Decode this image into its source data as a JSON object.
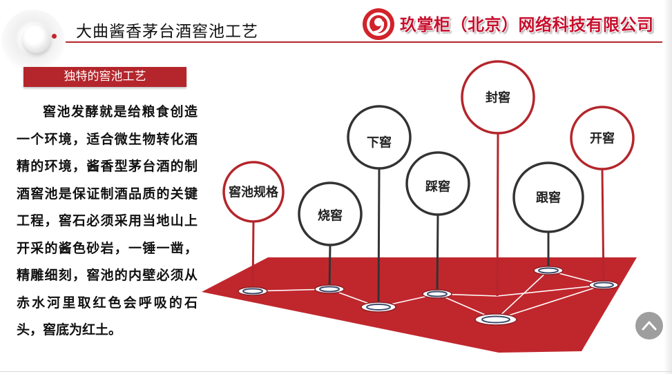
{
  "header": {
    "title": "大曲酱香茅台酒窖池工艺",
    "company": "玖掌柜（北京）网络科技有限公司"
  },
  "section": {
    "label": "独特的窖池工艺"
  },
  "body": {
    "text": "窖池发酵就是给粮食创造一个环境，适合微生物转化酒精的环境，酱香型茅台酒的制酒窖池是保证制酒品质的关键工程，窖石必须采用当地山上开采的酱色砂岩，一锤一凿，精雕细刻，窖池的内壁必须从赤水河里取红色会呼吸的石头，窖底为红土。"
  },
  "diagram": {
    "nodes": [
      {
        "label": "窖池规格",
        "style": "red"
      },
      {
        "label": "烧窖",
        "style": "dark"
      },
      {
        "label": "下窖",
        "style": "dark"
      },
      {
        "label": "踩窖",
        "style": "dark"
      },
      {
        "label": "封窖",
        "style": "red"
      },
      {
        "label": "跟窖",
        "style": "dark"
      },
      {
        "label": "开窖",
        "style": "red"
      }
    ]
  },
  "colors": {
    "accent": "#b4262c",
    "dark_ring": "#333333",
    "platform": "#c0272d"
  },
  "icons": {
    "logo": "red-swirl-logo-icon",
    "scroll": "chevron-up-icon"
  }
}
